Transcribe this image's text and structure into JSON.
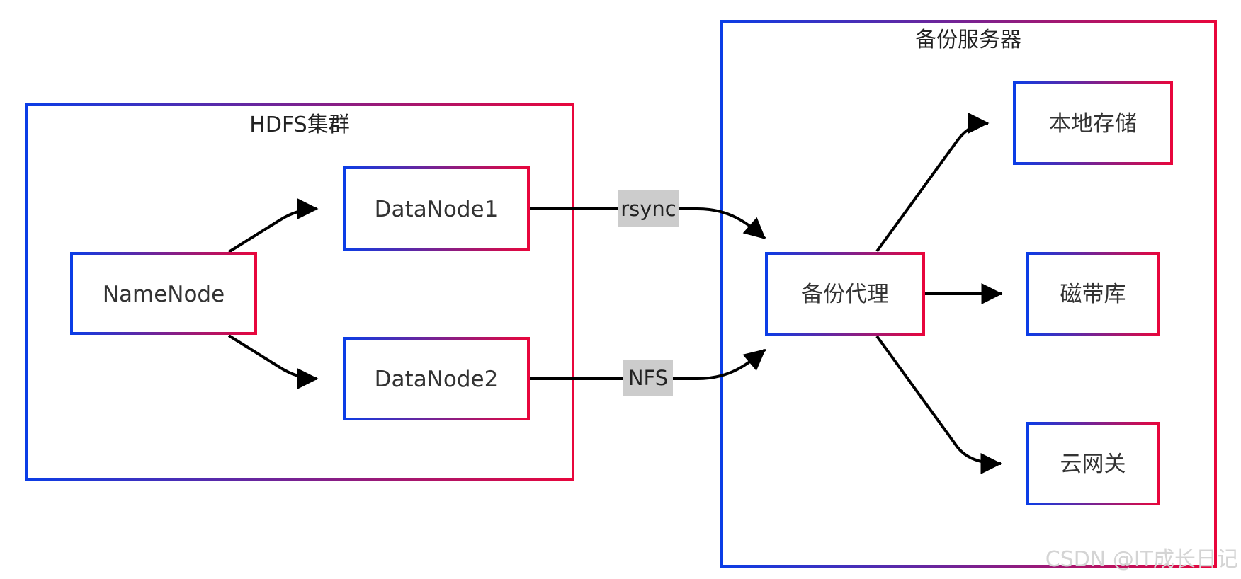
{
  "clusters": {
    "hdfs": {
      "title": "HDFS集群"
    },
    "backup": {
      "title": "备份服务器"
    }
  },
  "nodes": {
    "namenode": {
      "label": "NameNode"
    },
    "datanode1": {
      "label": "DataNode1"
    },
    "datanode2": {
      "label": "DataNode2"
    },
    "agent": {
      "label": "备份代理"
    },
    "local_storage": {
      "label": "本地存储"
    },
    "tape": {
      "label": "磁带库"
    },
    "cloud_gateway": {
      "label": "云网关"
    }
  },
  "edges": {
    "rsync": {
      "label": "rsync"
    },
    "nfs": {
      "label": "NFS"
    }
  },
  "watermark": "CSDN @IT成长日记",
  "colors": {
    "border_start": "#0b3de6",
    "border_end": "#e8063c",
    "edge": "#000000",
    "edge_label_bg": "#cccccc"
  }
}
